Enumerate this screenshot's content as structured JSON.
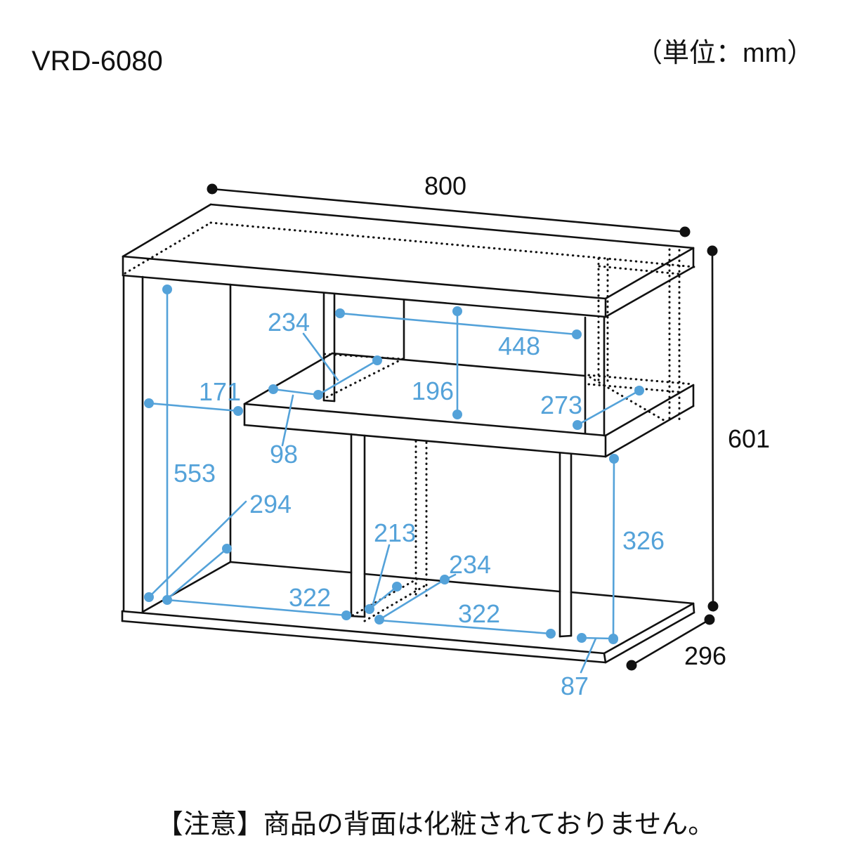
{
  "header": {
    "model": "VRD-6080",
    "unit_label": "（単位：mm）"
  },
  "notice": "【注意】商品の背面は化粧されておりません。",
  "diagram": {
    "type": "furniture-dimension-drawing",
    "description_units": "mm",
    "dims": {
      "width_800": "800",
      "height_601": "601",
      "depth_296": "296",
      "upper_divider_depth_234": "234",
      "upper_shelf_width_448": "448",
      "left_offset_171": "171",
      "upper_shelf_height_196": "196",
      "shelf_depth_273": "273",
      "shelf_offset_98": "98",
      "left_interior_height_553": "553",
      "floor_depth_294": "294",
      "lower_divider_depth_213": "213",
      "lower_depth_234": "234",
      "lower_left_width_322": "322",
      "lower_right_width_322": "322",
      "lower_right_height_326": "326",
      "right_overhang_87": "87"
    },
    "colors": {
      "dimension_blue": "#54a2d9",
      "line_black": "#111111"
    }
  }
}
